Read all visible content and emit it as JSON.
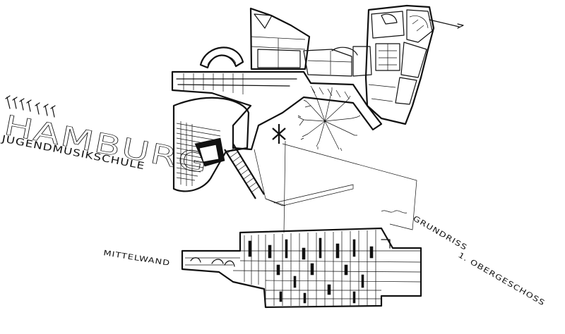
{
  "labels": {
    "city": "HAMBURG",
    "school": "JUGENDMUSIKSCHULE",
    "floor_left": "GRUNDRISS",
    "floor_right": "1. OBERGESCHOSS",
    "wall": "MITTELWAND"
  },
  "colors": {
    "ink": "#111111",
    "paper": "#ffffff"
  },
  "icons": {
    "north_arrow": "north-arrow-icon"
  }
}
